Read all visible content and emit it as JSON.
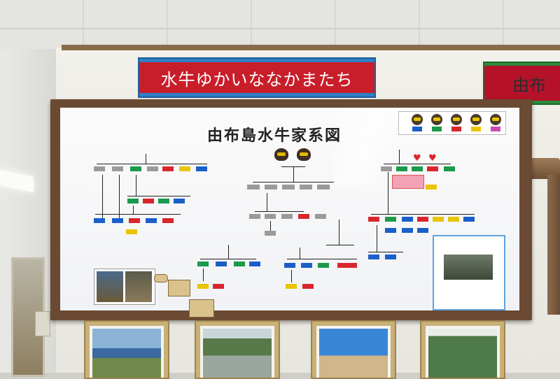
{
  "banners": {
    "left": "水牛ゆかいななかまたち",
    "right": "由布"
  },
  "board": {
    "title": "由布島水牛家系図"
  },
  "colors": {
    "board_frame": "#6a4a33",
    "banner_blue": "#2d7fc7",
    "banner_red": "#c81e2a",
    "tag_blue": "#1a5fc9",
    "tag_red": "#d8262c",
    "tag_green": "#1a9a4a",
    "tag_yellow": "#e9c500"
  },
  "icons": {
    "buffalo_head": "buffalo-head-icon",
    "heart": "heart-icon"
  }
}
